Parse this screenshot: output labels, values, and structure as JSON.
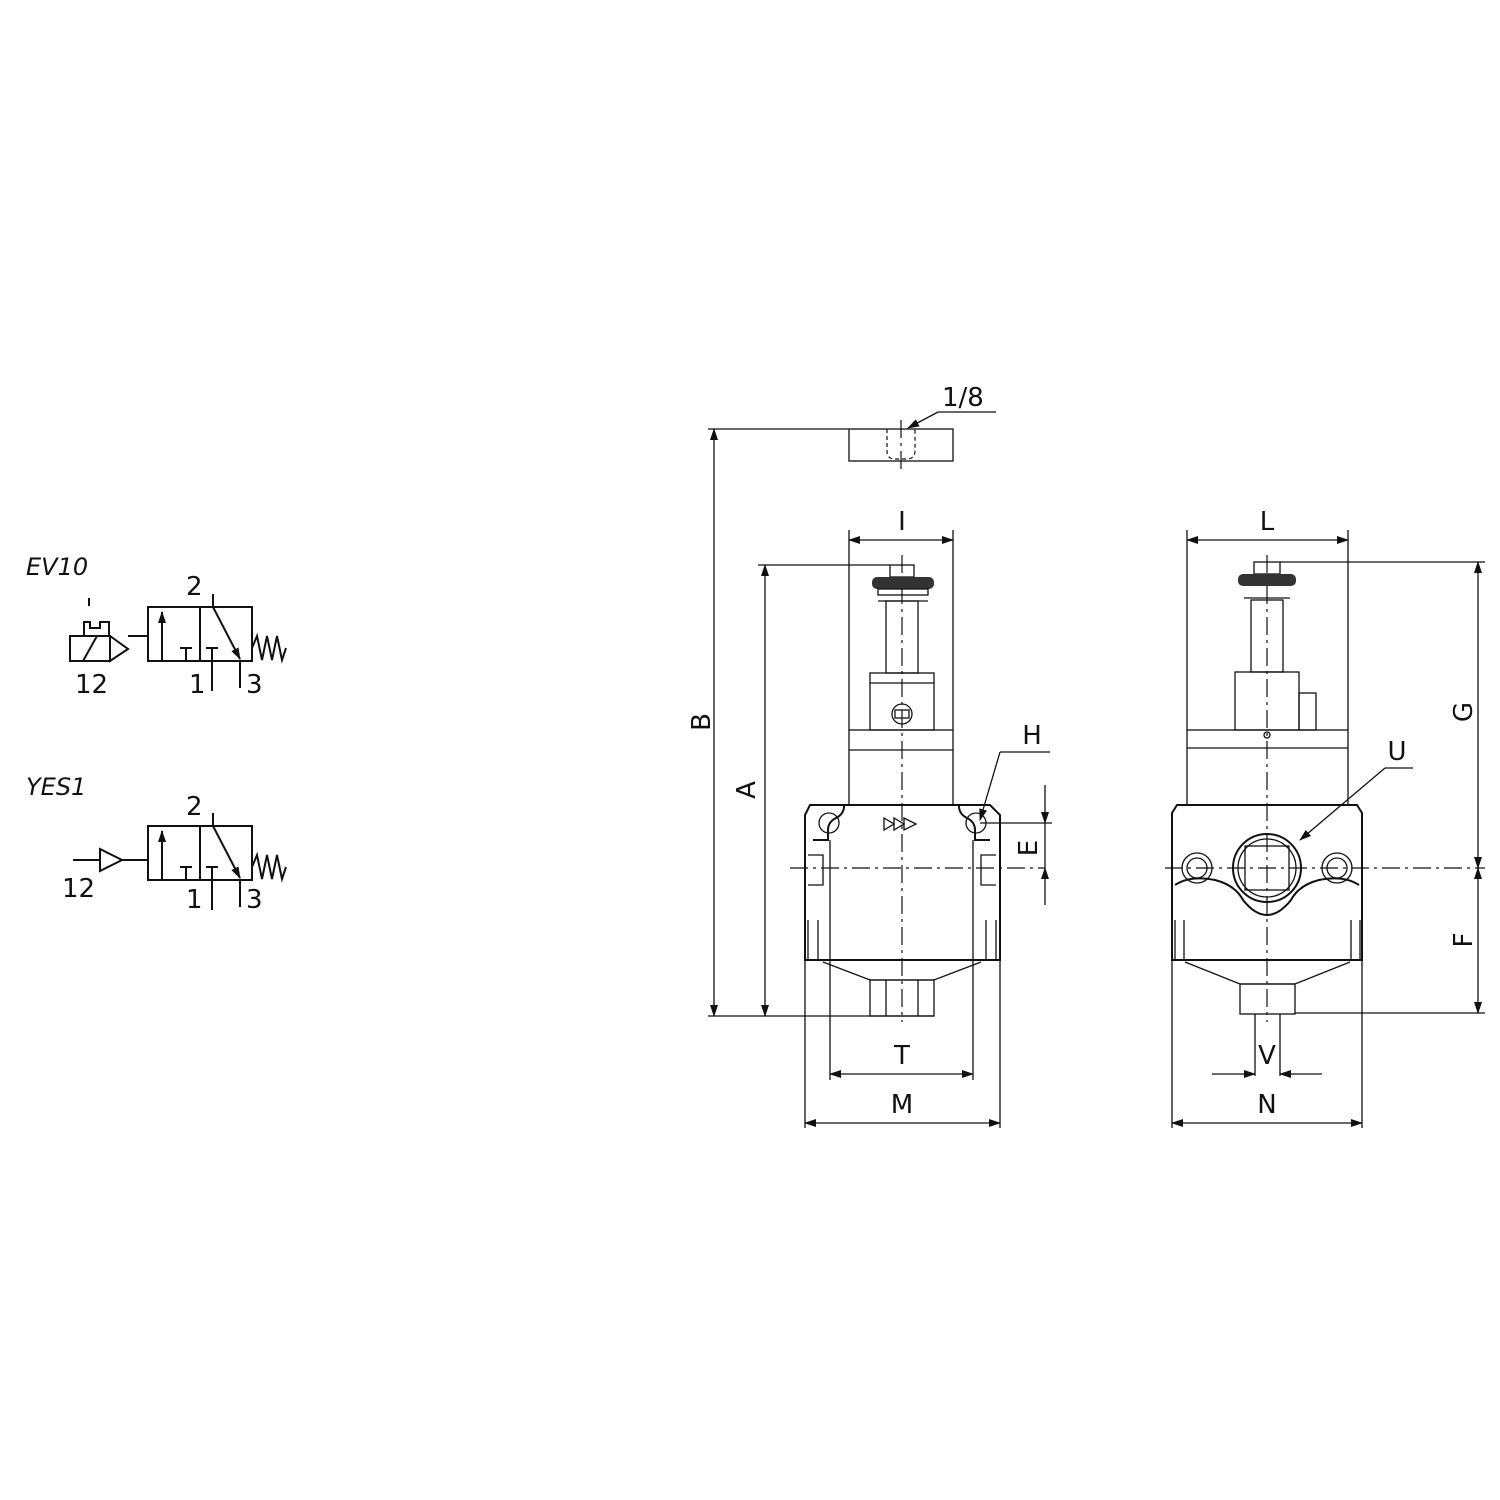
{
  "schematics": [
    {
      "name": "EV10",
      "ports": {
        "outlet": "2",
        "pilot": "12",
        "inlet": "1",
        "exhaust": "3"
      }
    },
    {
      "name": "YES1",
      "ports": {
        "outlet": "2",
        "pilot": "12",
        "inlet": "1",
        "exhaust": "3"
      }
    }
  ],
  "dimensions": {
    "thread": "1/8",
    "A": "A",
    "B": "B",
    "E": "E",
    "F": "F",
    "G": "G",
    "H": "H",
    "I": "I",
    "L": "L",
    "M": "M",
    "N": "N",
    "T": "T",
    "U": "U",
    "V": "V"
  }
}
